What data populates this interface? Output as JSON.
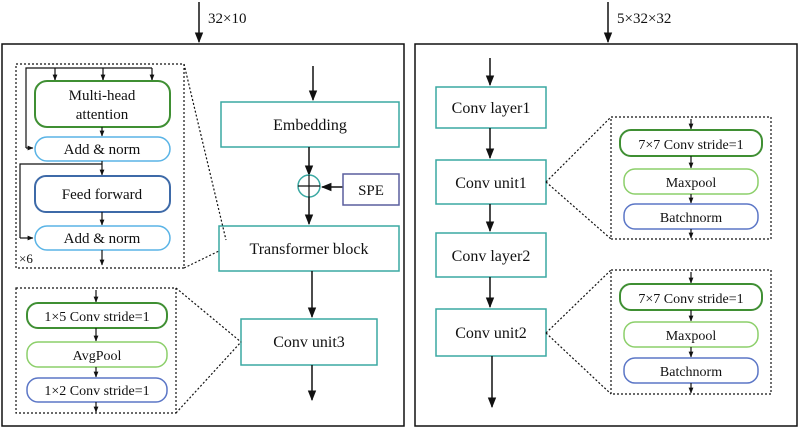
{
  "left_panel": {
    "input_label": "32×10",
    "main_blocks": {
      "embedding": "Embedding",
      "spe": "SPE",
      "transformer_block": "Transformer block",
      "conv_unit3": "Conv unit3"
    },
    "transformer_detail": {
      "attention_line1": "Multi-head",
      "attention_line2": "attention",
      "add_norm_1": "Add & norm",
      "feed_forward": "Feed forward",
      "add_norm_2": "Add & norm",
      "repeat": "×6"
    },
    "conv_unit3_detail": {
      "conv_a": "1×5 Conv stride=1",
      "avgpool": "AvgPool",
      "conv_b": "1×2 Conv stride=1"
    }
  },
  "right_panel": {
    "input_label": "5×32×32",
    "main_blocks": {
      "conv_layer1": "Conv layer1",
      "conv_unit1": "Conv unit1",
      "conv_layer2": "Conv layer2",
      "conv_unit2": "Conv unit2"
    },
    "conv_unit1_detail": {
      "conv": "7×7 Conv stride=1",
      "maxpool": "Maxpool",
      "batchnorm": "Batchnorm"
    },
    "conv_unit2_detail": {
      "conv": "7×7 Conv stride=1",
      "maxpool": "Maxpool",
      "batchnorm": "Batchnorm"
    }
  },
  "colors": {
    "teal": "#3aa8a2",
    "dark_green": "#3f8f33",
    "light_green": "#8ccf6a",
    "light_blue": "#5ab4e6",
    "dark_blue": "#3e6aa8",
    "slate_blue": "#5a5f9e",
    "periwinkle": "#5b76c6"
  }
}
